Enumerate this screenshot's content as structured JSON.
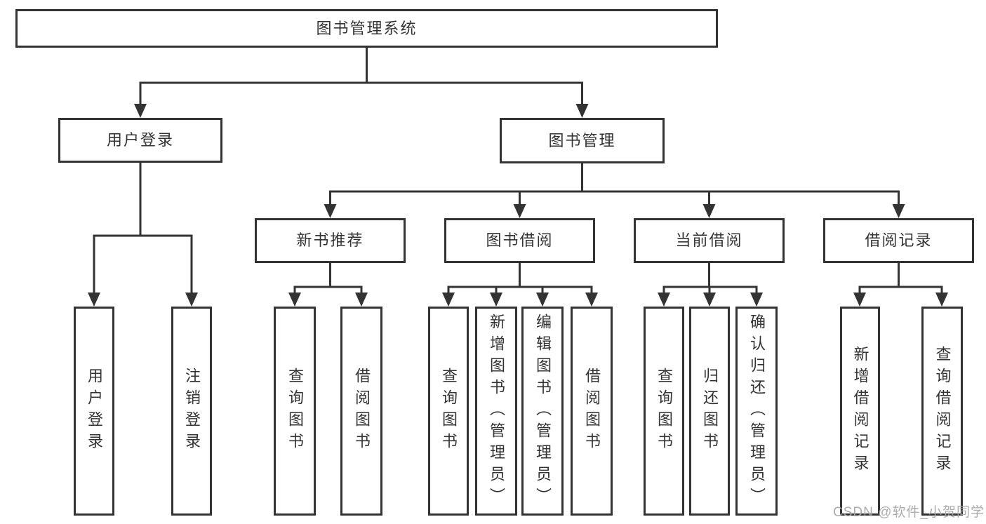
{
  "title": "图书管理系统",
  "watermark": "CSDN @软件_小贺同学",
  "colors": {
    "line": "#333333",
    "text": "#333333",
    "background": "#ffffff",
    "watermark": "#a8a8a8"
  },
  "nodes": {
    "login": {
      "label": "用户登录",
      "children": [
        "用户登录",
        "注销登录"
      ]
    },
    "management": {
      "label": "图书管理"
    },
    "new_books": {
      "label": "新书推荐",
      "children": [
        "查询图书",
        "借阅图书"
      ]
    },
    "borrowing": {
      "label": "图书借阅",
      "children": [
        "查询图书",
        "新增图书（管理员）",
        "编辑图书（管理员）",
        "借阅图书"
      ]
    },
    "current": {
      "label": "当前借阅",
      "children": [
        "查询图书",
        "归还图书",
        "确认归还（管理员）"
      ]
    },
    "records": {
      "label": "借阅记录",
      "children": [
        "新增借阅记录",
        "查询借阅记录"
      ]
    }
  }
}
